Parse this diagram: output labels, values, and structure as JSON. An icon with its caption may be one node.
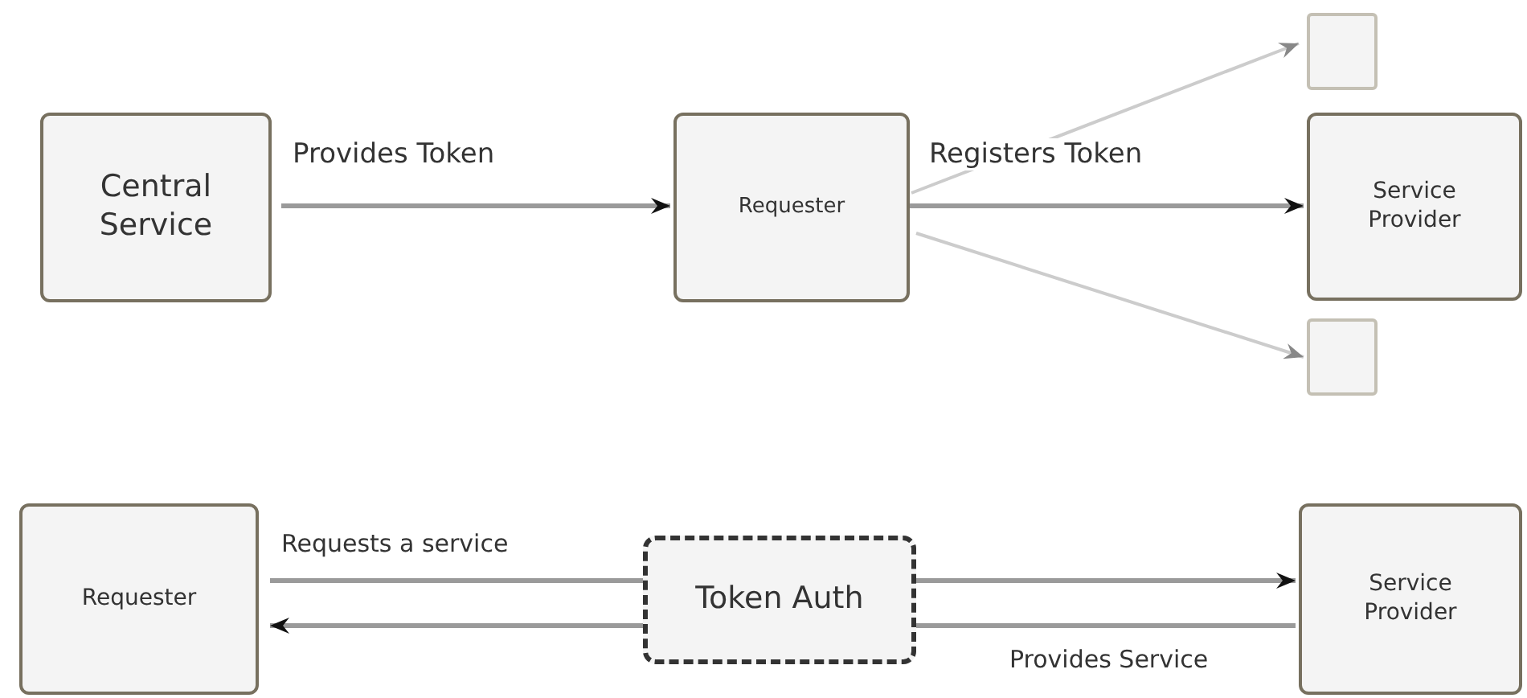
{
  "diagram": {
    "nodes": [
      {
        "text": [
          "Central Service"
        ]
      },
      {
        "text": [
          "Requester"
        ]
      },
      {
        "text": [],
        "shape": "box"
      },
      {
        "text": [
          "Service Provider"
        ]
      },
      {
        "text": [],
        "shape": "box"
      },
      {
        "text": [
          "Requester"
        ]
      },
      {
        "text": [
          "Token Auth"
        ]
      },
      {
        "text": [
          "Service Provider"
        ]
      }
    ],
    "edges": [
      {
        "from": 0,
        "to": 1,
        "arrow": "to",
        "label": "Provides Token"
      },
      {
        "from": 1,
        "to": 2,
        "arrow": "to",
        "color": "#cccccc"
      },
      {
        "from": 1,
        "to": 3,
        "arrow": "to",
        "label": "Registers Token"
      },
      {
        "from": 1,
        "to": 4,
        "arrow": "to",
        "color": "#cccccc"
      },
      {
        "from": 5,
        "to": 6,
        "arrow": "none",
        "label": "Requests a service"
      },
      {
        "from": 6,
        "to": 7,
        "arrow": "to"
      },
      {
        "from": 7,
        "to": 6,
        "arrow": "none",
        "label": "Provides Service"
      },
      {
        "from": 6,
        "to": 5,
        "arrow": "to"
      }
    ]
  }
}
